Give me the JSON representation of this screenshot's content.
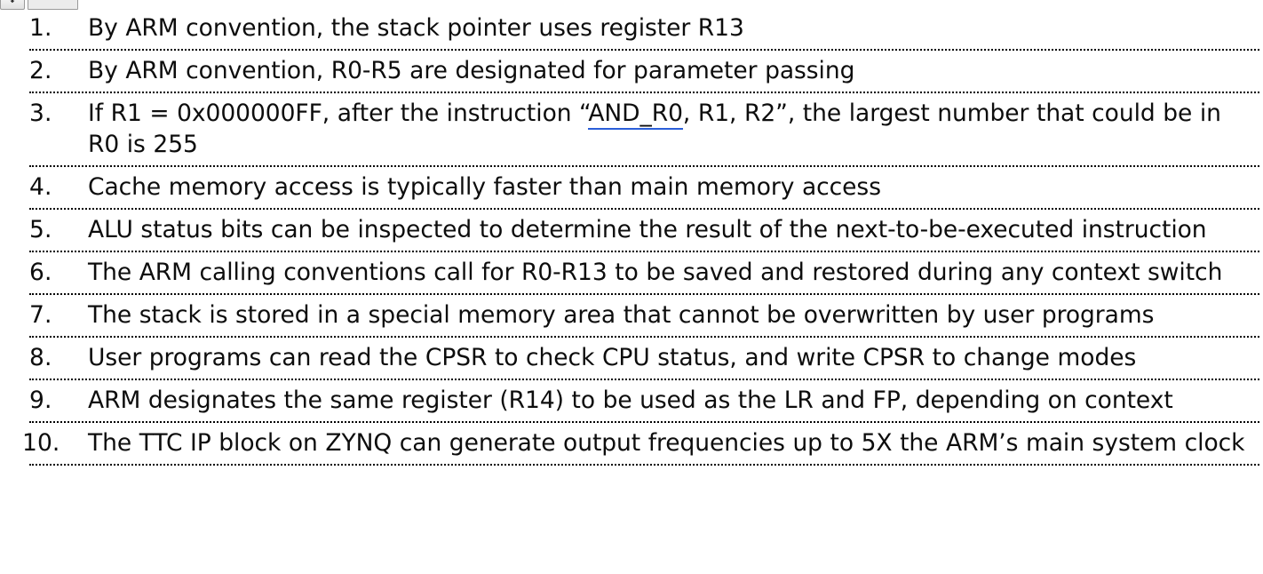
{
  "toolbar": {
    "download_icon": "download-arrow-icon",
    "download_glyph": "⬇",
    "field_value": ""
  },
  "document": {
    "list_type": "ordered-decimal",
    "separator_style": "dotted",
    "text_color": "#0D0D0D",
    "accent_color": "#2B5FD9",
    "items": [
      {
        "number": "1.",
        "text": "By ARM convention, the stack pointer uses register R13"
      },
      {
        "number": "2.",
        "text": "By ARM convention, R0-R5 are designated for parameter passing"
      },
      {
        "number": "3.",
        "text_before": "If R1 = 0x000000FF, after the instruction “",
        "text_marked": "AND_R0",
        "text_after": ", R1, R2”, the largest number that could be in R0 is 255"
      },
      {
        "number": "4.",
        "text": "Cache memory access is typically faster than main memory access"
      },
      {
        "number": "5.",
        "text": "ALU status bits can be inspected to determine the result of the next-to-be-executed instruction"
      },
      {
        "number": "6.",
        "text": "The ARM calling conventions call for R0-R13 to be saved and restored during any context switch"
      },
      {
        "number": "7.",
        "text": "The stack is stored in a special memory area that cannot be overwritten by user programs"
      },
      {
        "number": "8.",
        "text": "User programs can read the CPSR to check CPU status, and write CPSR to change modes"
      },
      {
        "number": "9.",
        "text": "ARM designates the same register (R14) to be used as the LR and FP, depending on context"
      },
      {
        "number": "10.",
        "text": "The TTC IP block on ZYNQ can generate output frequencies up to 5X the ARM’s main system clock"
      }
    ]
  }
}
